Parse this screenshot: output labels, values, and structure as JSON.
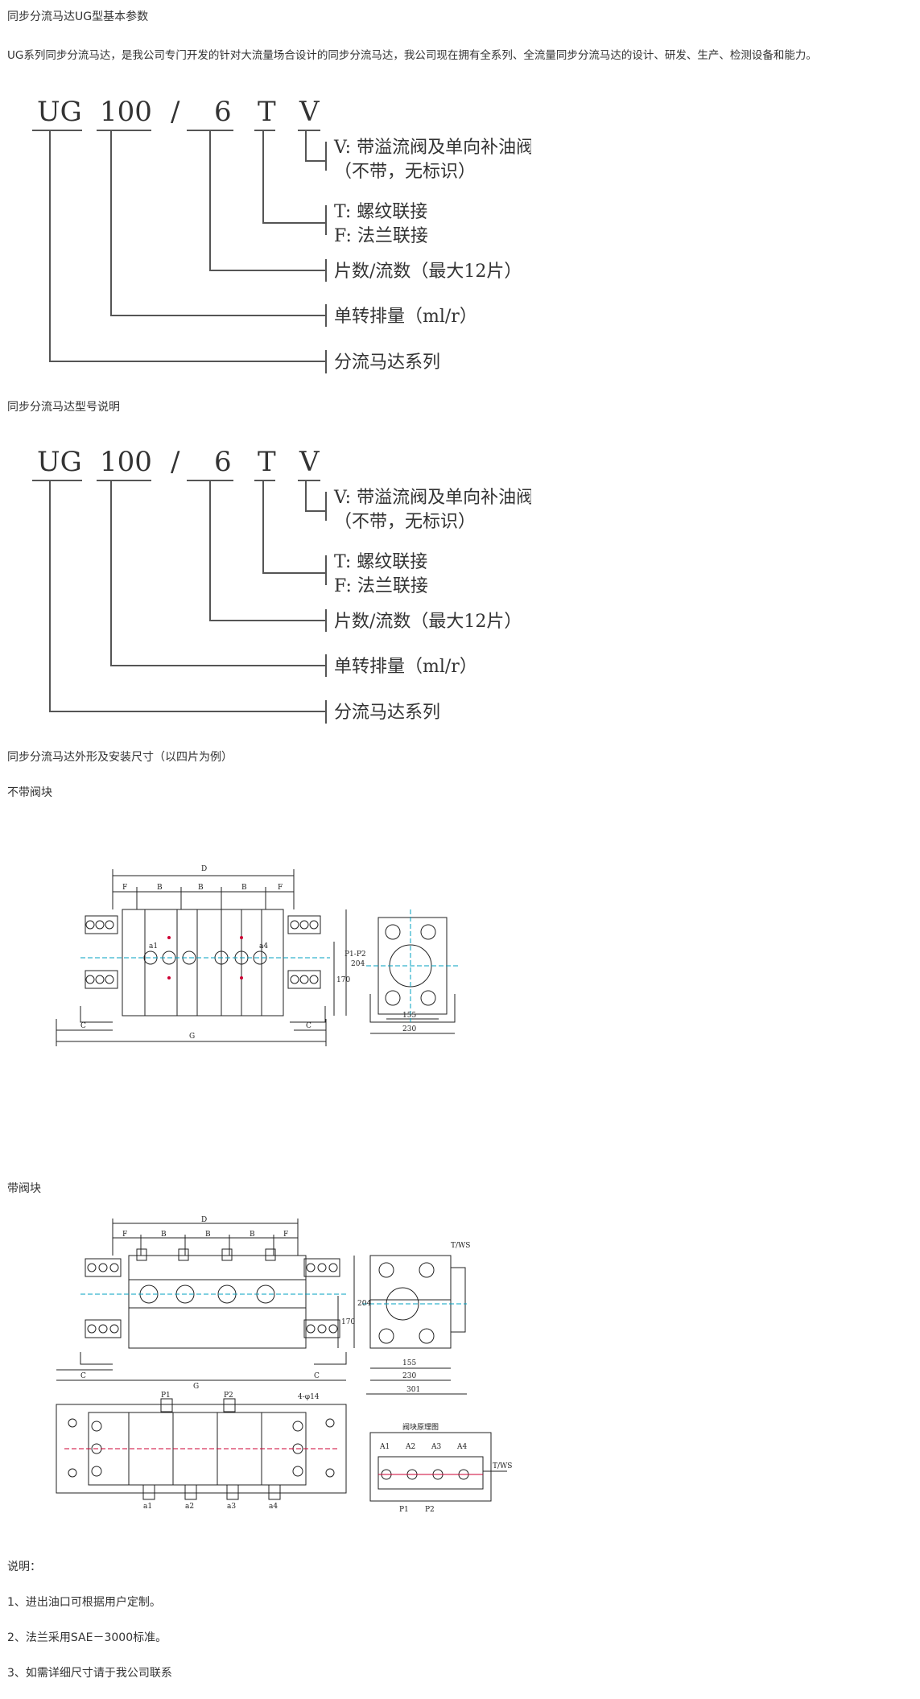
{
  "heading": "同步分流马达UG型基本参数",
  "intro": "UG系列同步分流马达，是我公司专门开发的针对大流量场合设计的同步分流马达，我公司现在拥有全系列、全流量同步分流马达的设计、研发、生产、检测设备和能力。",
  "model_code": {
    "parts": [
      "UG",
      "100",
      "/",
      "6",
      "T",
      "V"
    ],
    "explanations": [
      "V: 带溢流阀及单向补油阀",
      "（不带，无标识）",
      "T:  螺纹联接",
      "F:   法兰联接",
      "片数/流数（最大12片）",
      "单转排量（ml/r）",
      "分流马达系列"
    ]
  },
  "model_caption": "同步分流马达型号说明",
  "dims_caption": "同步分流马达外形及安装尺寸（以四片为例）",
  "no_valve_label": "不带阀块",
  "with_valve_label": "带阀块",
  "drawing_labels": {
    "D": "D",
    "F": "F",
    "B": "B",
    "C": "C",
    "G": "G",
    "h204": "204",
    "h170": "170",
    "w155": "155",
    "w230": "230",
    "w301": "301",
    "a1": "a1",
    "a2": "a2",
    "a3": "a3",
    "a4": "a4",
    "P1": "P1",
    "P2": "P2",
    "A1": "A1",
    "A2": "A2",
    "A3": "A3",
    "A4": "A4",
    "P1P2": "P1-P2",
    "TWS": "T/WS",
    "holes": "4-φ14",
    "schematic_title": "阀块原理图"
  },
  "notes_title": "说明：",
  "notes": [
    "1、进出油口可根据用户定制。",
    "2、法兰采用SAE－3000标准。",
    "3、如需详细尺寸请于我公司联系"
  ]
}
